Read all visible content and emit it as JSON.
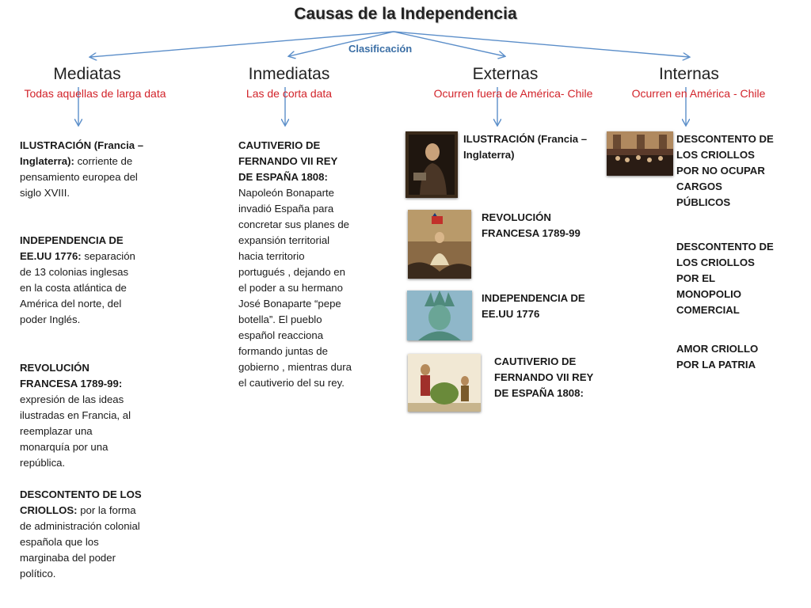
{
  "title": "Causas de la Independencia",
  "classification_label": "Clasificación",
  "categories": [
    {
      "heading": "Mediatas",
      "subtitle": "Todas aquellas de larga data",
      "blocks": [
        {
          "title": "ILUSTRACIÓN (Francia – Inglaterra):",
          "text": "corriente de pensamiento europea del siglo XVIII."
        },
        {
          "title": "INDEPENDENCIA DE EE.UU 1776:",
          "text": "separación de 13 colonias inglesas en la costa atlántica de América del norte, del poder Inglés."
        },
        {
          "title": "REVOLUCIÓN FRANCESA 1789-99:",
          "text": "expresión de las ideas ilustradas  en Francia, al reemplazar una monarquía por una república."
        },
        {
          "title": "DESCONTENTO DE LOS CRIOLLOS:",
          "text": "por la forma de administración colonial española que los marginaba del poder político."
        }
      ]
    },
    {
      "heading": "Inmediatas",
      "subtitle": "Las de corta data",
      "blocks": [
        {
          "title": "CAUTIVERIO DE FERNANDO VII REY DE ESPAÑA 1808:",
          "text": "Napoleón Bonaparte invadió España para concretar sus planes de expansión territorial hacia territorio portugués , dejando en el poder a su hermano José Bonaparte “pepe botella”. El pueblo español reacciona formando juntas de gobierno , mientras dura el cautiverio del su rey."
        }
      ]
    },
    {
      "heading": "Externas",
      "subtitle": "Ocurren fuera de América- Chile",
      "items": [
        {
          "label": "ILUSTRACIÓN (Francia – Inglaterra)",
          "image": "portrait-painting"
        },
        {
          "label": "REVOLUCIÓN FRANCESA 1789-99",
          "image": "liberty-leading-painting"
        },
        {
          "label": "INDEPENDENCIA DE EE.UU 1776",
          "image": "statue-of-liberty"
        },
        {
          "label": "CAUTIVERIO DE FERNANDO VII REY DE ESPAÑA 1808:",
          "image": "caricature-illustration"
        }
      ]
    },
    {
      "heading": "Internas",
      "subtitle": "Ocurren en América - Chile",
      "items": [
        {
          "label": "DESCONTENTO DE LOS CRIOLLOS POR NO OCUPAR CARGOS PÚBLICOS",
          "image": "assembly-painting"
        },
        {
          "label": "DESCONTENTO DE LOS CRIOLLOS POR EL MONOPOLIO COMERCIAL"
        },
        {
          "label": "AMOR CRIOLLO POR LA PATRIA"
        }
      ]
    }
  ],
  "colors": {
    "arrow": "#5b8ec9",
    "subtitle": "#d2232a",
    "classification": "#3a6ea5"
  }
}
